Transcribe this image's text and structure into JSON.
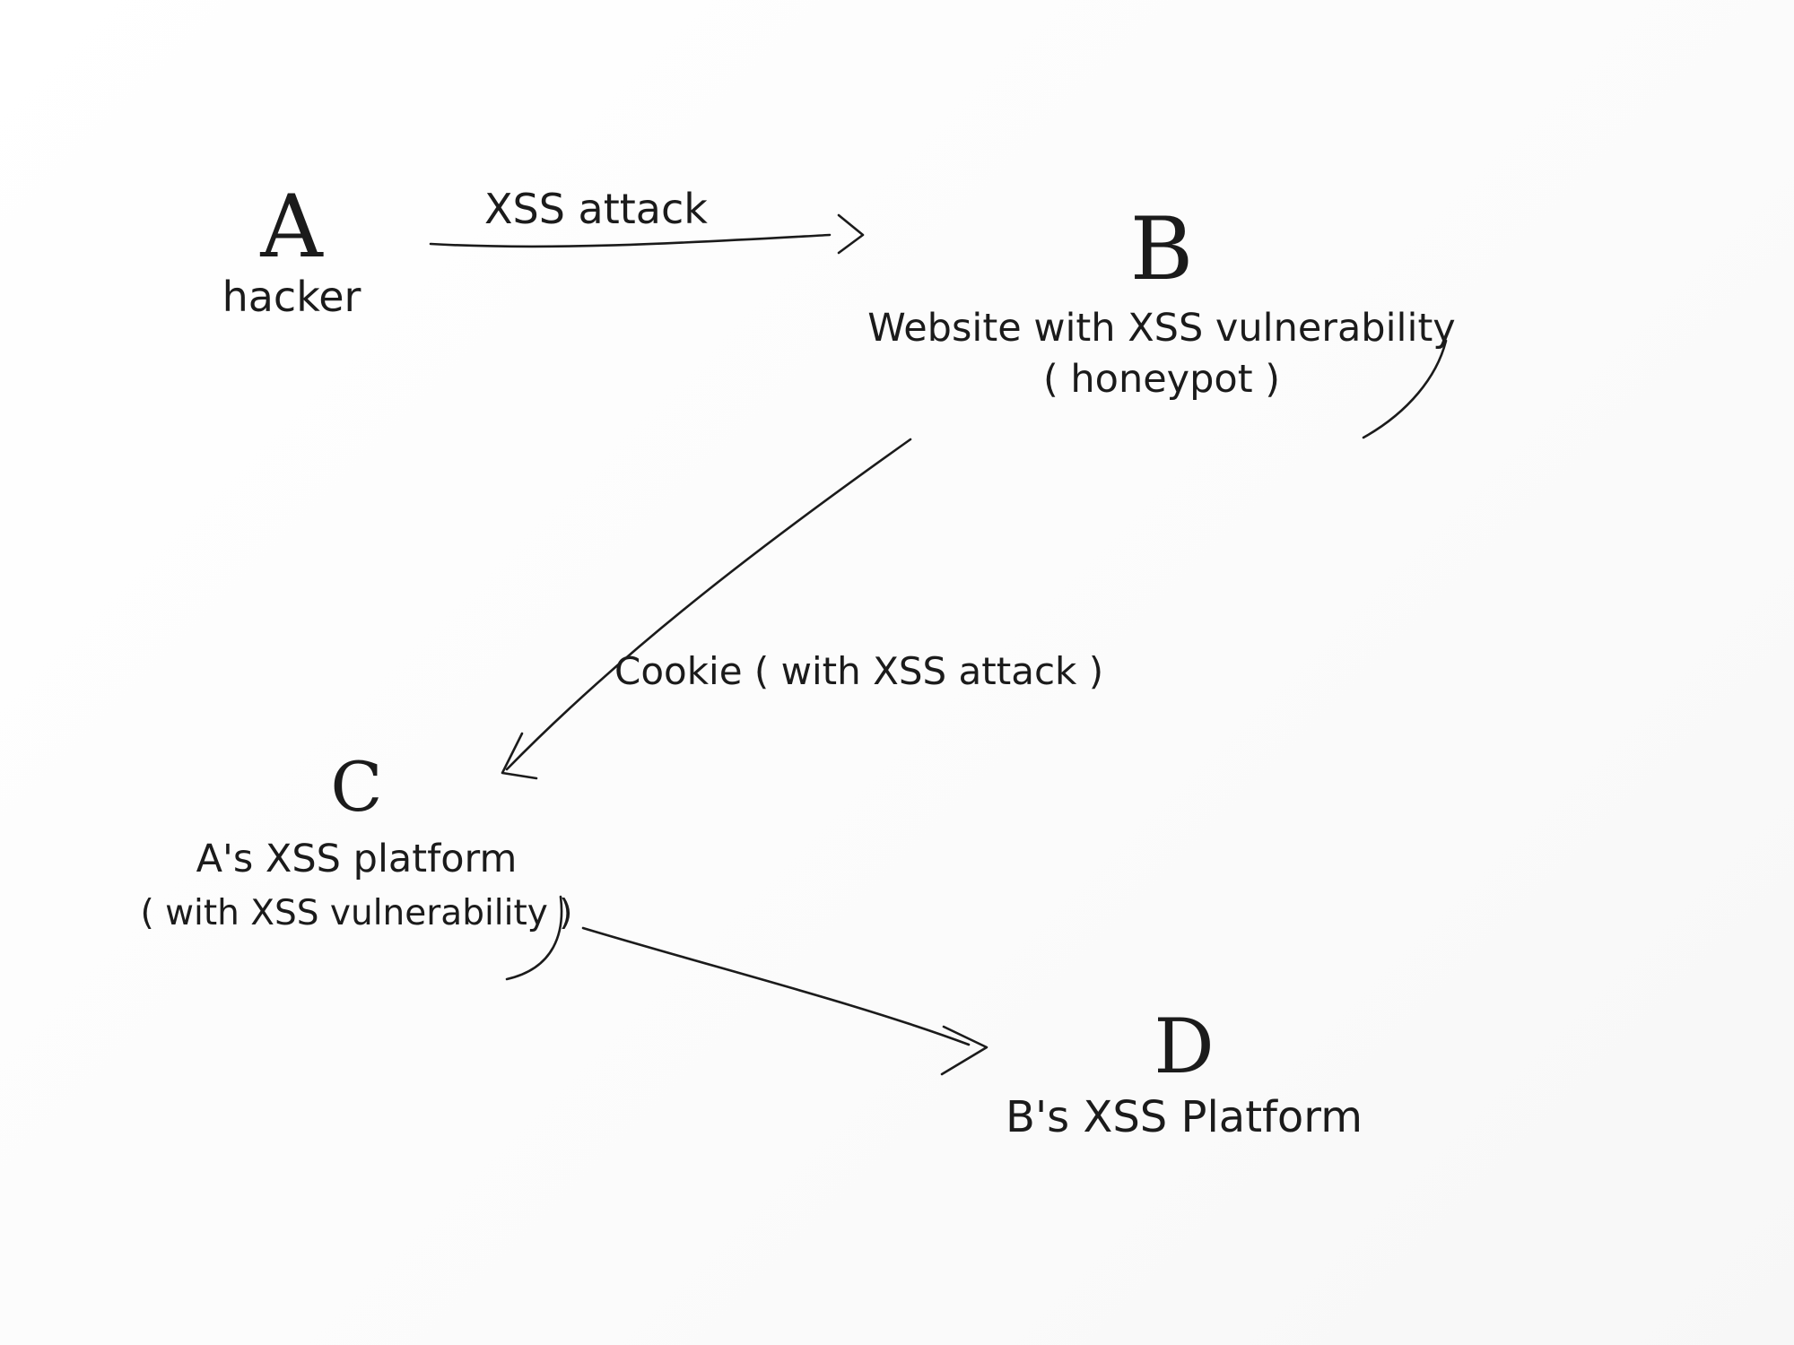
{
  "nodes": {
    "a": {
      "letter": "A",
      "lines": [
        "hacker"
      ]
    },
    "b": {
      "letter": "B",
      "lines": [
        "Website with XSS vulnerability",
        "( honeypot )"
      ]
    },
    "c": {
      "letter": "C",
      "lines": [
        "A's XSS platform",
        "( with XSS vulnerability )"
      ]
    },
    "d": {
      "letter": "D",
      "lines": [
        "B's XSS Platform"
      ]
    }
  },
  "edges": {
    "a_to_b": {
      "label": "XSS attack"
    },
    "b_to_c": {
      "label": "Cookie ( with XSS attack )"
    },
    "c_to_d": {
      "label": ""
    }
  },
  "colors": {
    "ink": "#1b1b1b",
    "paper": "#ffffff"
  }
}
